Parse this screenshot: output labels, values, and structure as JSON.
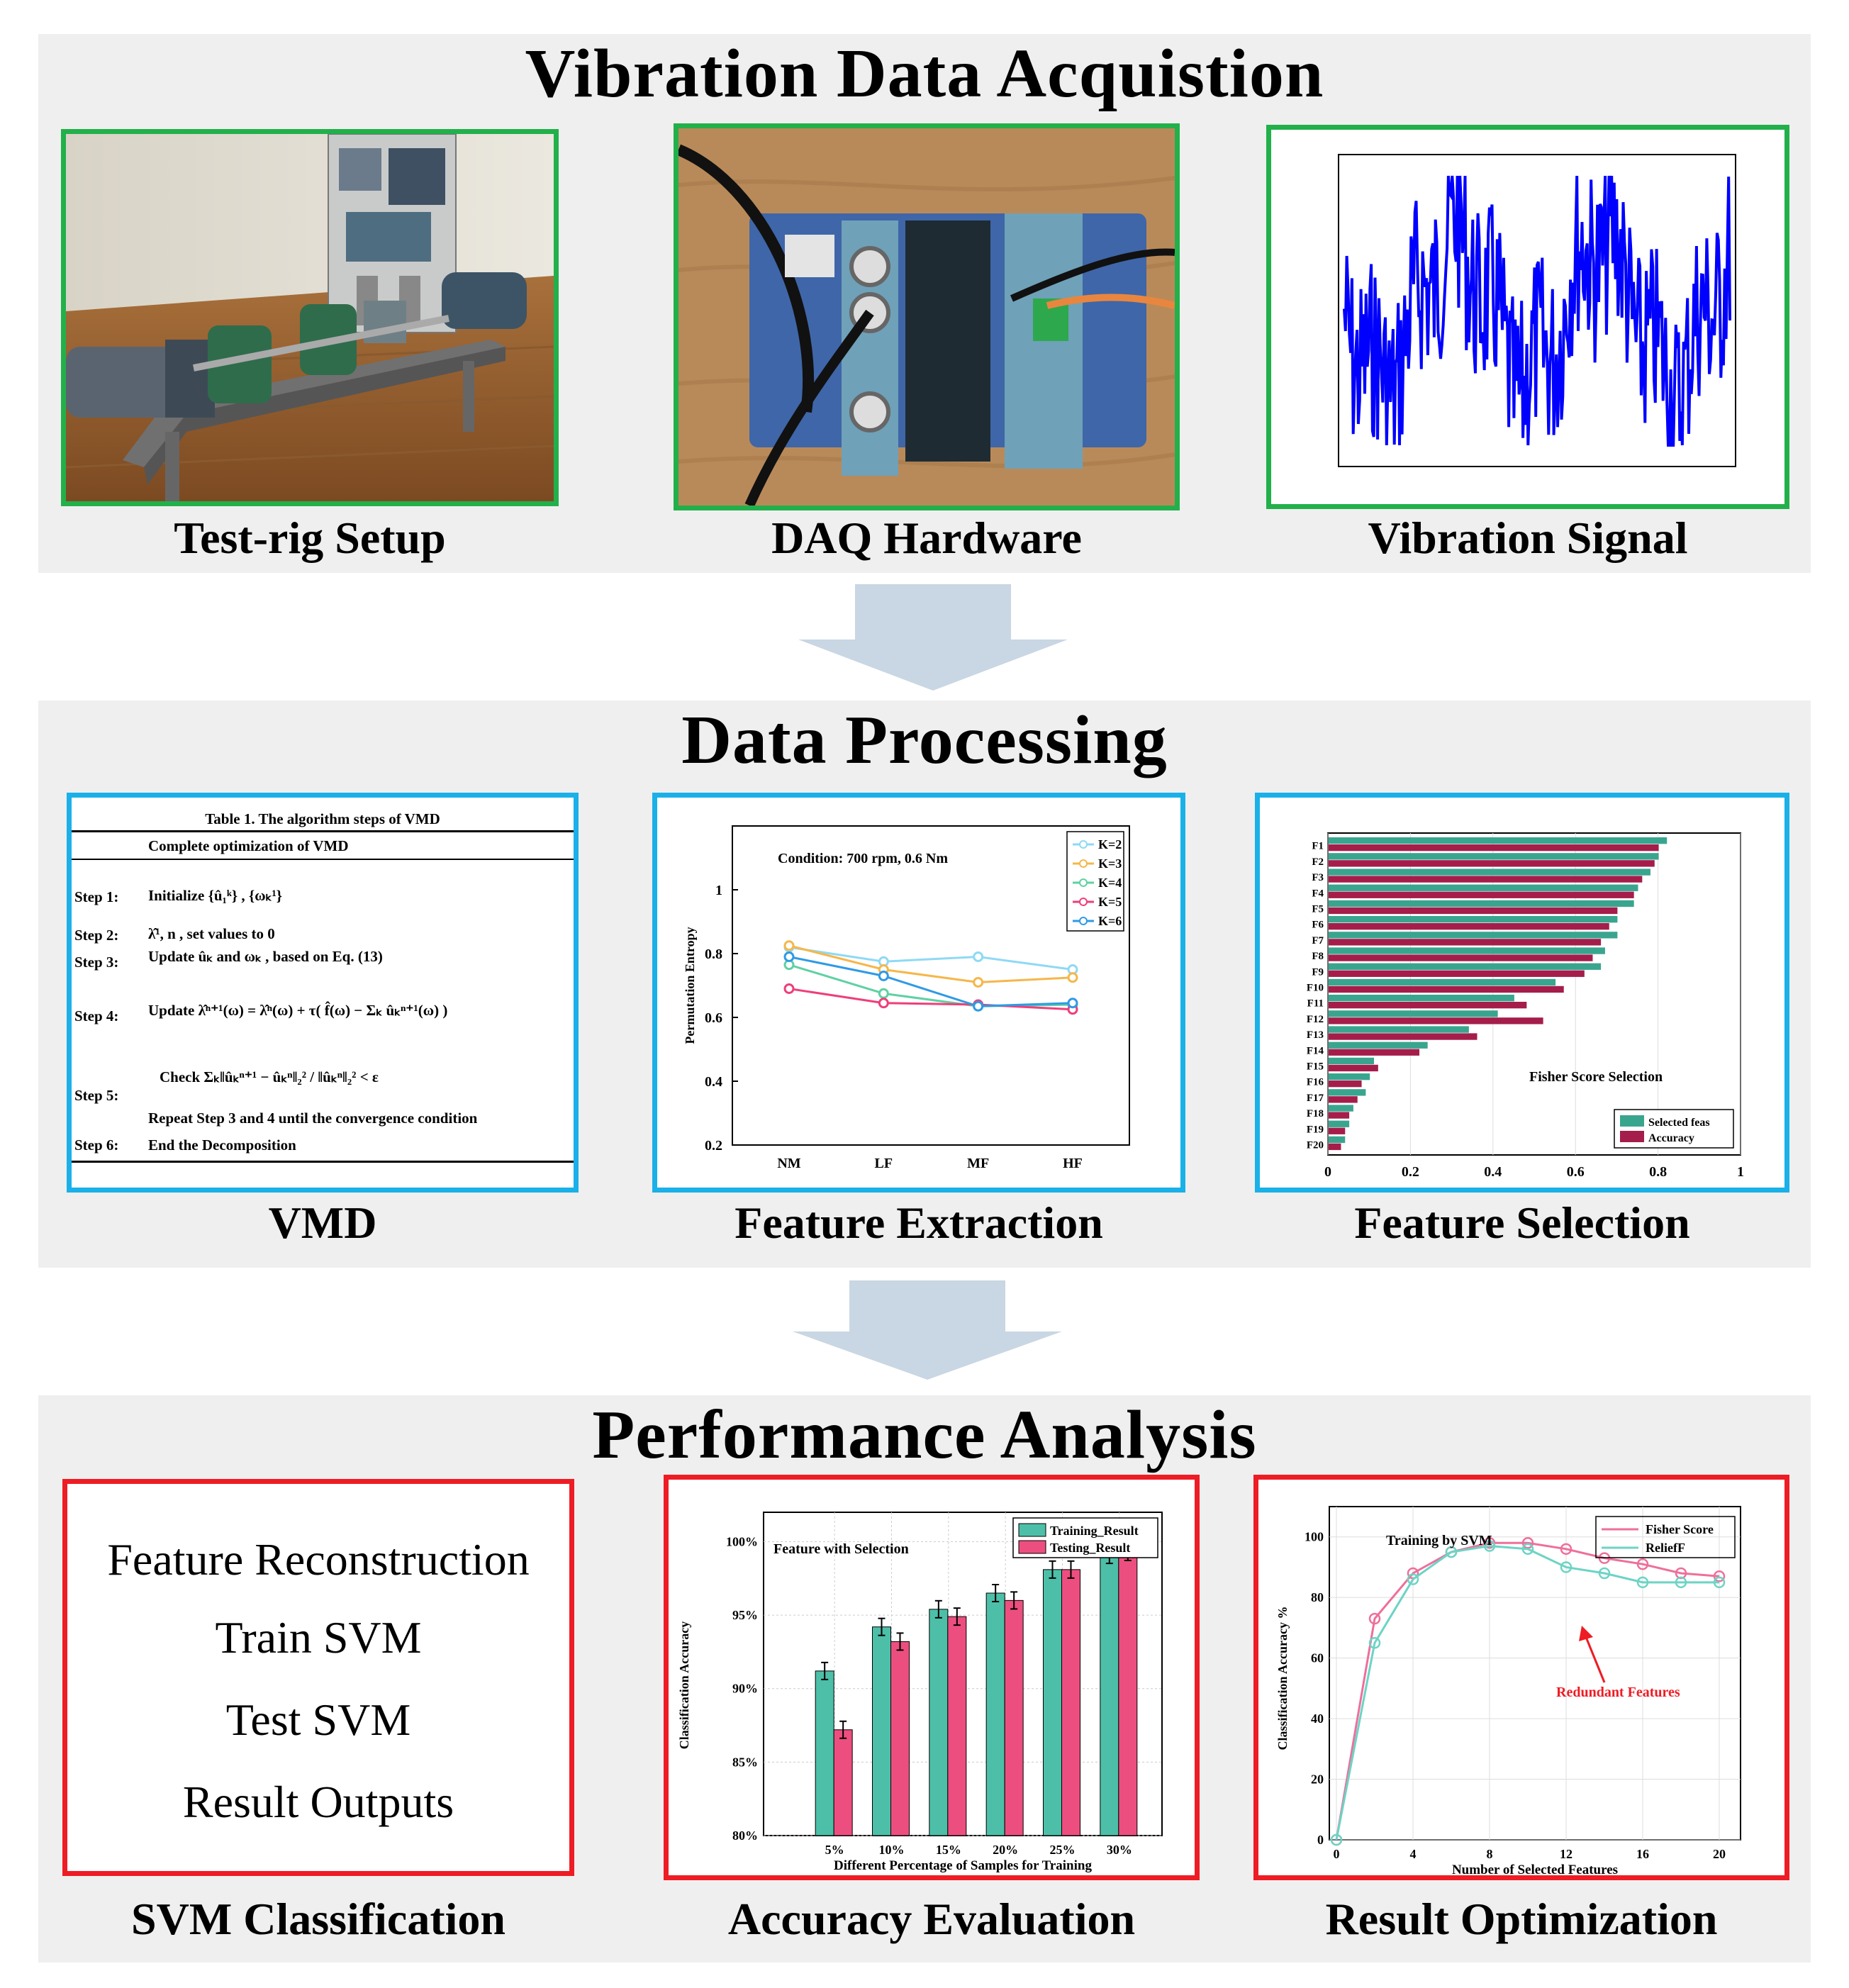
{
  "sections": [
    {
      "title": "Vibration Data Acquistion",
      "captions": [
        "Test-rig Setup",
        "DAQ Hardware",
        "Vibration Signal"
      ]
    },
    {
      "title": "Data Processing",
      "captions": [
        "VMD",
        "Feature Extraction",
        "Feature Selection"
      ]
    },
    {
      "title": "Performance  Analysis",
      "captions": [
        "SVM Classification",
        "Accuracy Evaluation",
        "Result Optimization"
      ]
    }
  ],
  "colors": {
    "acquisition_border": "#22b04b",
    "processing_border": "#1ab0e8",
    "analysis_border": "#ee1c24",
    "panel_bg": "#efefef",
    "arrow": "#c9d6e3"
  },
  "vmd_table": {
    "title": "Table 1. The algorithm steps of VMD",
    "header": "Complete optimization of VMD",
    "steps": [
      {
        "label": "Step 1:",
        "text": "Initialize  {û₁ᵏ} ,  {ωₖ¹}"
      },
      {
        "label": "Step 2:",
        "text": "λ̂¹, n , set values to 0"
      },
      {
        "label": "Step 3:",
        "text": "Update  ûₖ  and  ωₖ  , based on Eq. (13)"
      },
      {
        "label": "Step 4:",
        "text": "Update   λ̂ⁿ⁺¹(ω) = λ̂ⁿ(ω) + τ( f̂(ω) − Σₖ ûₖⁿ⁺¹(ω) )"
      },
      {
        "label": "Step 5:",
        "text": "Check  Σₖ‖ûₖⁿ⁺¹ − ûₖⁿ‖₂² / ‖ûₖⁿ‖₂² < ε"
      },
      {
        "label": "",
        "text": "Repeat Step 3 and 4 until the convergence condition"
      },
      {
        "label": "Step 6:",
        "text": "End the Decomposition"
      }
    ]
  },
  "svm_steps": [
    "Feature Reconstruction",
    "Train SVM",
    "Test SVM",
    "Result Outputs"
  ],
  "chart_data": [
    {
      "type": "line",
      "title": "Condition: 700 rpm, 0.6 Nm",
      "ylabel": "Permutation Entropy",
      "categories": [
        "NM",
        "LF",
        "MF",
        "HF"
      ],
      "ylim": [
        0.2,
        1.2
      ],
      "yticks": [
        "0.2",
        "0.4",
        "0.6",
        "0.8",
        "1"
      ],
      "series": [
        {
          "name": "K=2",
          "color": "#8fd9f5",
          "values": [
            0.82,
            0.775,
            0.79,
            0.75
          ]
        },
        {
          "name": "K=3",
          "color": "#f5b74a",
          "values": [
            0.825,
            0.75,
            0.71,
            0.725
          ]
        },
        {
          "name": "K=4",
          "color": "#5fd1a3",
          "values": [
            0.765,
            0.675,
            0.635,
            0.64
          ]
        },
        {
          "name": "K=5",
          "color": "#ee3f7a",
          "values": [
            0.69,
            0.645,
            0.64,
            0.625
          ]
        },
        {
          "name": "K=6",
          "color": "#2f9ae6",
          "values": [
            0.79,
            0.73,
            0.635,
            0.645
          ]
        }
      ]
    },
    {
      "type": "bar",
      "orientation": "horizontal",
      "title": "Fisher Score Selection",
      "xlim": [
        0,
        1
      ],
      "xticks": [
        "0",
        "0.2",
        "0.4",
        "0.6",
        "0.8",
        "1"
      ],
      "categories": [
        "F1",
        "F2",
        "F3",
        "F4",
        "F5",
        "F6",
        "F7",
        "F8",
        "F9",
        "F10",
        "F11",
        "F12",
        "F13",
        "F14",
        "F15",
        "F16",
        "F17",
        "F18",
        "F19",
        "F20"
      ],
      "series": [
        {
          "name": "Selected feas",
          "color": "#3aa58f",
          "values": [
            0.82,
            0.8,
            0.78,
            0.75,
            0.74,
            0.7,
            0.7,
            0.67,
            0.66,
            0.55,
            0.45,
            0.41,
            0.34,
            0.24,
            0.11,
            0.1,
            0.09,
            0.06,
            0.05,
            0.04
          ]
        },
        {
          "name": "Accuracy",
          "color": "#a51d4a",
          "values": [
            0.8,
            0.79,
            0.76,
            0.74,
            0.7,
            0.68,
            0.66,
            0.64,
            0.62,
            0.57,
            0.48,
            0.52,
            0.36,
            0.22,
            0.12,
            0.08,
            0.07,
            0.05,
            0.04,
            0.03
          ]
        }
      ]
    },
    {
      "type": "bar",
      "title": "Feature with Selection",
      "xlabel": "Different Percentage of Samples for Training",
      "ylabel": "Classification Accuracy",
      "categories": [
        "5%",
        "10%",
        "15%",
        "20%",
        "25%",
        "30%"
      ],
      "ylim": [
        80,
        102
      ],
      "yticks": [
        "80%",
        "85%",
        "90%",
        "95%",
        "100%"
      ],
      "series": [
        {
          "name": "Training_Result",
          "color": "#4dbfa8",
          "values": [
            91.2,
            94.2,
            95.4,
            96.5,
            98.1,
            99.1
          ]
        },
        {
          "name": "Testing_Result",
          "color": "#ec4f7f",
          "values": [
            87.2,
            93.2,
            94.9,
            96.0,
            98.1,
            99.3
          ]
        }
      ]
    },
    {
      "type": "line",
      "title": "Training by SVM",
      "xlabel": "Number of Selected Features",
      "ylabel": "Classification Accuracy %",
      "xlim": [
        0,
        20
      ],
      "ylim": [
        0,
        110
      ],
      "xticks": [
        "0",
        "4",
        "8",
        "12",
        "16",
        "20"
      ],
      "yticks": [
        "0",
        "20",
        "40",
        "60",
        "80",
        "100"
      ],
      "annotation": "Redundant Features",
      "x": [
        0,
        2,
        4,
        6,
        8,
        10,
        12,
        14,
        16,
        18,
        20
      ],
      "series": [
        {
          "name": "Fisher Score",
          "color": "#ee6f9a",
          "values": [
            0,
            73,
            88,
            95,
            98,
            98,
            96,
            93,
            91,
            88,
            87
          ]
        },
        {
          "name": "ReliefF",
          "color": "#6cd4c5",
          "values": [
            0,
            65,
            86,
            95,
            97,
            96,
            90,
            88,
            85,
            85,
            85
          ]
        }
      ]
    }
  ]
}
